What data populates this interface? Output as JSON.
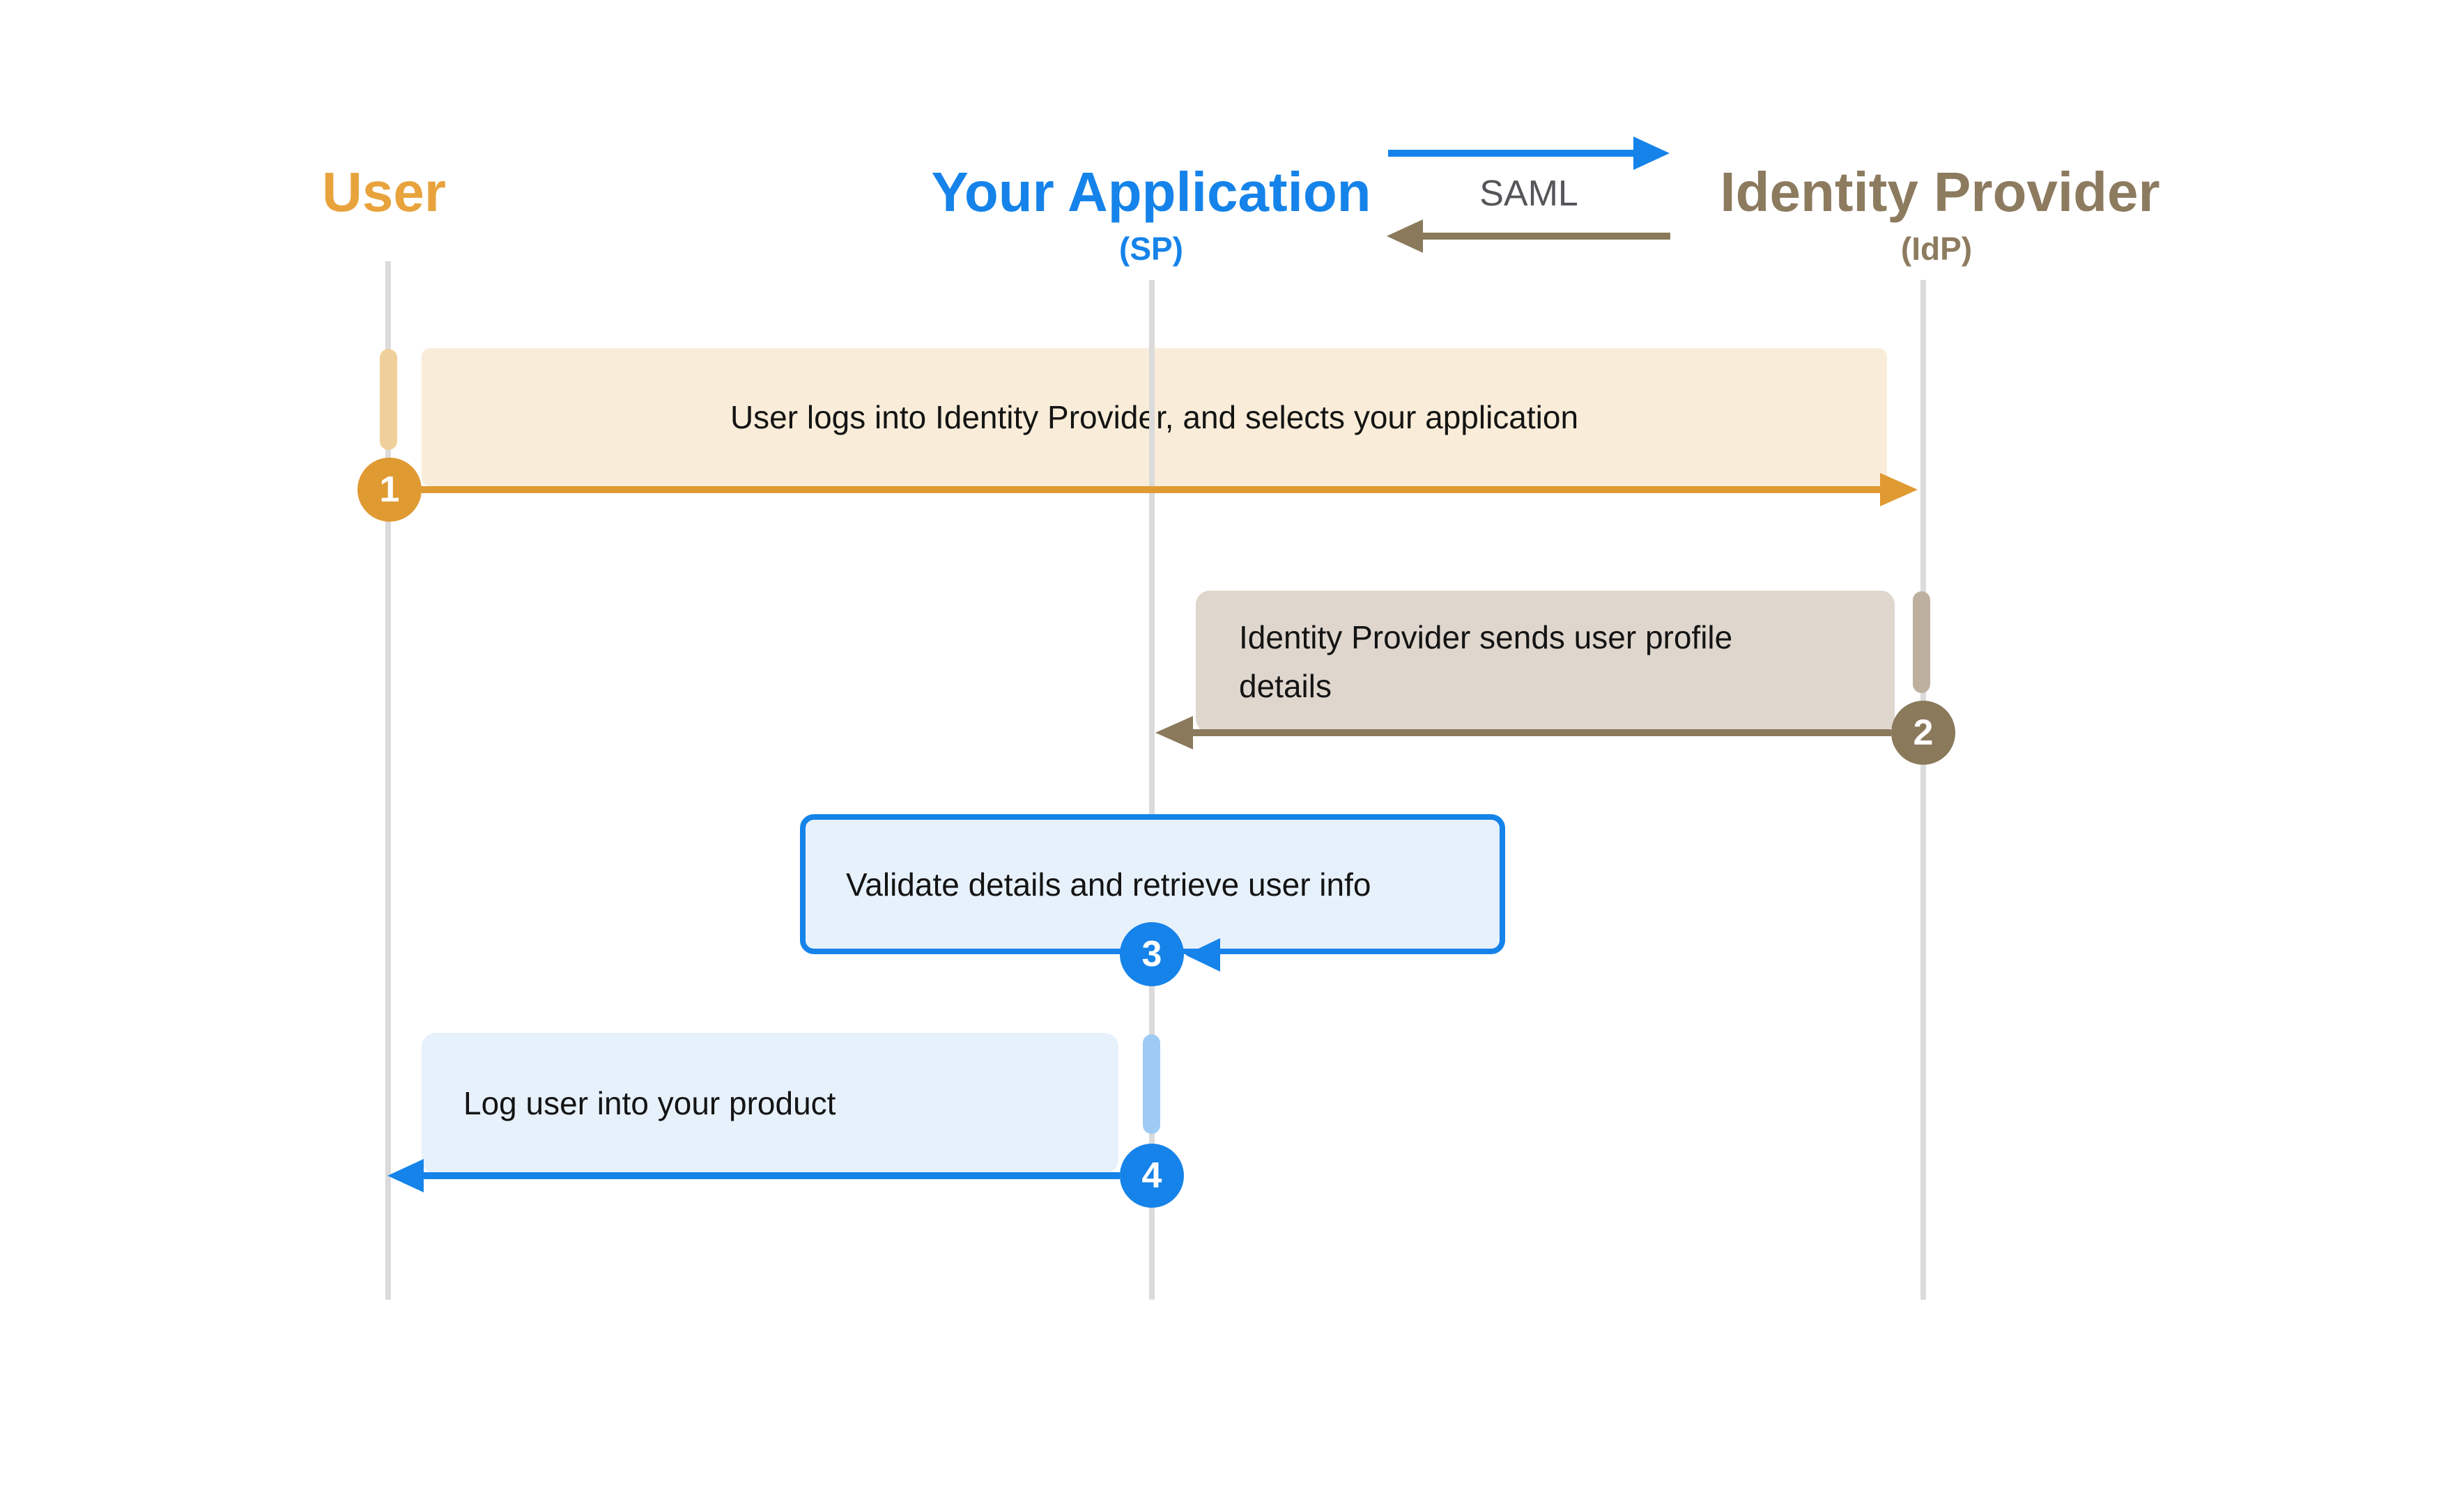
{
  "actors": [
    {
      "label": "User",
      "sublabel": ""
    },
    {
      "label": "Your Application",
      "sublabel": "(SP)"
    },
    {
      "label": "Identity Provider",
      "sublabel": "(IdP)"
    }
  ],
  "legend": {
    "label": "SAML"
  },
  "messages": [
    {
      "num": "1",
      "text": "User logs into Identity Provider, and selects your application",
      "from": "User",
      "to": "Identity Provider"
    },
    {
      "num": "2",
      "text": "Identity Provider sends user profile\ndetails",
      "from": "Identity Provider",
      "to": "Your Application"
    },
    {
      "num": "3",
      "text": "Validate details and retrieve user info",
      "from": "Your Application",
      "to": "Your Application"
    },
    {
      "num": "4",
      "text": "Log user into your product",
      "from": "Your Application",
      "to": "User"
    }
  ],
  "colors": {
    "orange_header": "#E8A33C",
    "orange_main": "#E09A32",
    "orange_activation": "#EFD09A",
    "box1_fill": "#F9EDD9",
    "blue_main": "#1583E9",
    "blue_fill": "#E7F1FB",
    "blue_activation": "#9ECBF4",
    "brown_header": "#8D7B5F",
    "brown_main": "#8A795B",
    "brown_activation": "#BDB09E",
    "box2_fill": "#DFD7CE",
    "lifeline": "#DBDBDB",
    "saml_text": "#55565A",
    "message_text": "#141414"
  }
}
